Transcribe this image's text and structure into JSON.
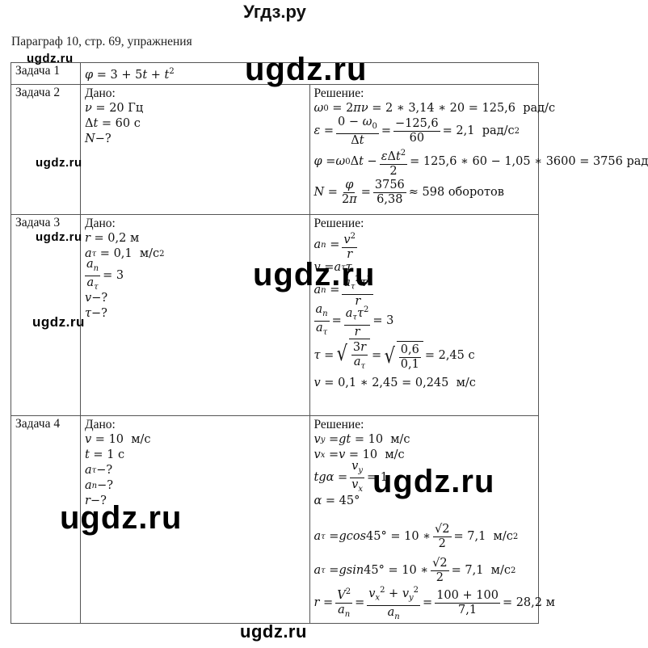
{
  "header": {
    "site_title": "Угдз.ру",
    "paragraph_title": "Параграф 10, стр. 69, упражнения"
  },
  "watermarks": {
    "small": "ugdz.ru",
    "large": "ugdz.ru"
  },
  "labels": {
    "given": "Дано:",
    "solution": "Решение:"
  },
  "tasks": [
    {
      "label": "Задача 1",
      "formula": "φ = 3 + 5t + t²"
    },
    {
      "label": "Задача 2",
      "given": [
        "ν = 20 Гц",
        "Δt = 60 с",
        "N−?"
      ],
      "solution": [
        "ω₀ = 2πν = 2 * 3,14 * 20 = 125,6 рад/с",
        "ε = (0 − ω₀)/Δt = −125,6/60 = 2,1 рад/с²",
        "φ = ω₀Δt − εΔt²/2 = 125,6 * 60 − 1,05 * 3600 = 3756 рад",
        "N = φ/2π = 3756/6,38 ≈ 598 оборотов"
      ]
    },
    {
      "label": "Задача 3",
      "given": [
        "r = 0,2 м",
        "aτ = 0,1 м/с²",
        "an/aτ = 3",
        "v−?",
        "τ−?"
      ],
      "solution": [
        "an = v²/r",
        "v = aττ",
        "an = aτ²τ²/r",
        "an/aτ = aττ²/r = 3",
        "τ = √(3r/aτ) = √(0,6/0,1) = 2,45 с",
        "v = 0,1 * 2,45 = 0,245 м/с"
      ]
    },
    {
      "label": "Задача 4",
      "given": [
        "v = 10 м/с",
        "t = 1 с",
        "aτ−?",
        "an−?",
        "r−?"
      ],
      "solution": [
        "vy = gt = 10 м/с",
        "vx = v = 10 м/с",
        "tgα = vy/vx = 1",
        "α = 45°",
        "aτ = gcos45° = 10 * √2/2 = 7,1 м/с²",
        "aτ = gsin45° = 10 * √2/2 = 7,1 м/с²",
        "r = V²/an = (vx² + vy²)/an = (100 + 100)/7,1 = 28,2 м"
      ]
    }
  ]
}
